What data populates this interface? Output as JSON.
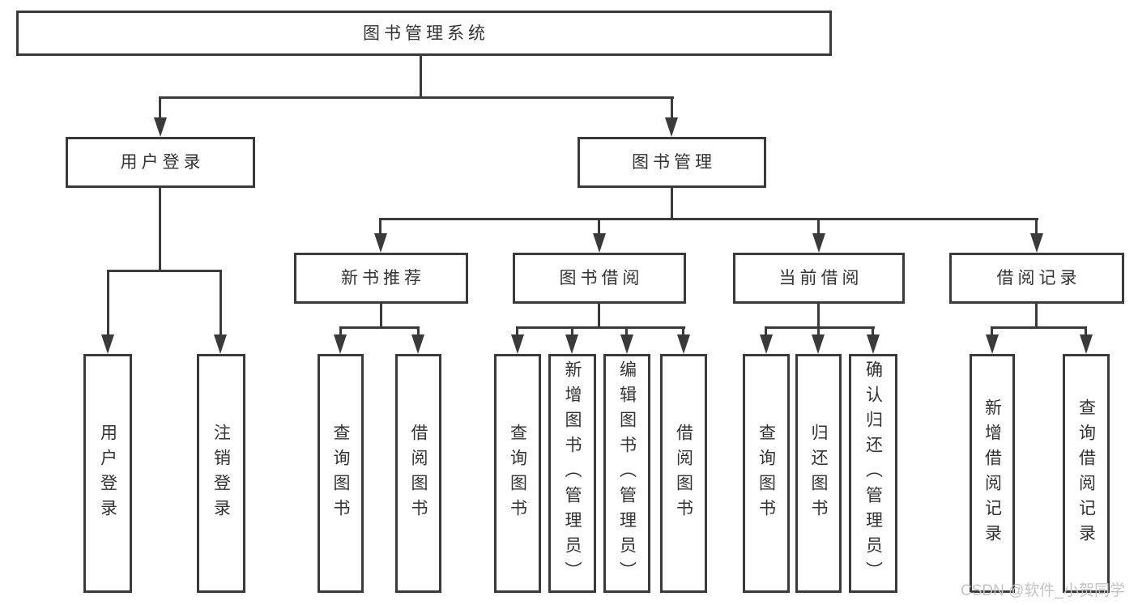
{
  "diagram": {
    "title": "图书管理系统",
    "level2": [
      {
        "label": "用户登录",
        "children": [
          {
            "label": "用户登录"
          },
          {
            "label": "注销登录"
          }
        ]
      },
      {
        "label": "图书管理",
        "children": [
          {
            "label": "新书推荐",
            "children": [
              {
                "label": "查询图书"
              },
              {
                "label": "借阅图书"
              }
            ]
          },
          {
            "label": "图书借阅",
            "children": [
              {
                "label": "查询图书"
              },
              {
                "label": "新增图书（管理员）"
              },
              {
                "label": "编辑图书（管理员）"
              },
              {
                "label": "借阅图书"
              }
            ]
          },
          {
            "label": "当前借阅",
            "children": [
              {
                "label": "查询图书"
              },
              {
                "label": "归还图书"
              },
              {
                "label": "确认归还（管理员）"
              }
            ]
          },
          {
            "label": "借阅记录",
            "children": [
              {
                "label": "新增借阅记录"
              },
              {
                "label": "查询借阅记录"
              }
            ]
          }
        ]
      }
    ]
  },
  "watermark": "CSDN @软件_小贺同学",
  "colors": {
    "line": "#3a3a3a",
    "text": "#333333",
    "watermark": "#c3c3c3",
    "background": "#ffffff"
  }
}
